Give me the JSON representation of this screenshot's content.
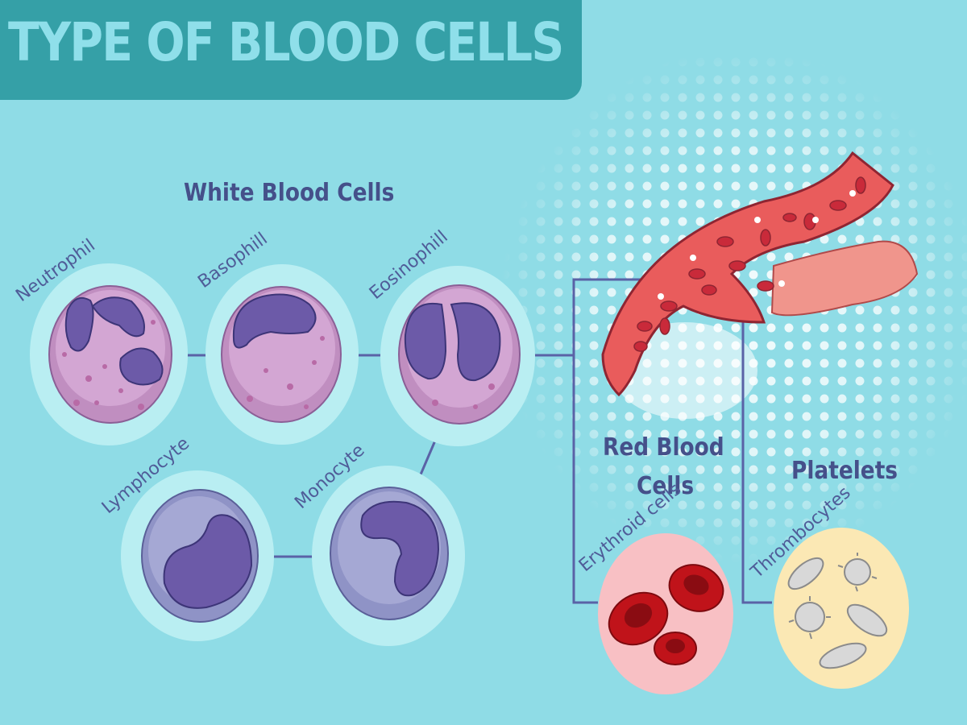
{
  "header": {
    "title": "TYPE OF BLOOD CELLS"
  },
  "white_blood_cells": {
    "heading": "White Blood Cells",
    "cells": [
      {
        "label": "Neutrophil"
      },
      {
        "label": "Basophill"
      },
      {
        "label": "Eosinophill"
      },
      {
        "label": "Lymphocyte"
      },
      {
        "label": "Monocyte"
      }
    ]
  },
  "red_blood_cells": {
    "heading_line1": "Red Blood",
    "heading_line2": "Cells",
    "sublabel": "Erythroid cells"
  },
  "platelets": {
    "heading": "Platelets",
    "sublabel": "Thrombocytes"
  },
  "colors": {
    "background": "#8fdce6",
    "title_bar": "#35a0a7",
    "title_text": "#8fdfea",
    "heading_text": "#45508a",
    "label_text": "#4f5c98",
    "connector": "#5a62a6",
    "rbc_circle": "#f8c0c4",
    "platelet_circle": "#fbe8b4",
    "vessel": "#e95c5c"
  }
}
